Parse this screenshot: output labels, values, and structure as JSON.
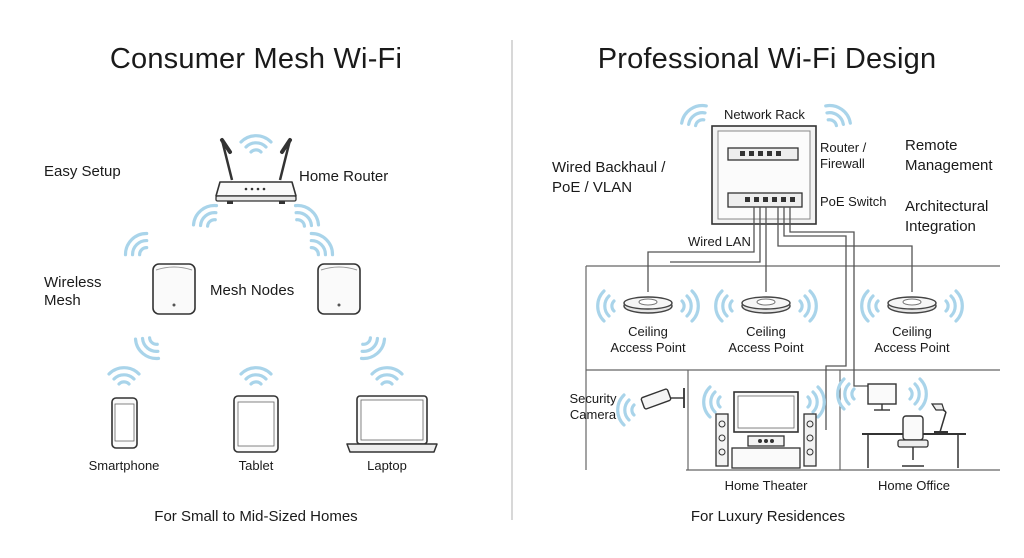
{
  "left_panel": {
    "title": "Consumer Mesh Wi-Fi",
    "easy_setup": "Easy Setup",
    "home_router": "Home Router",
    "wireless_mesh": [
      "Wireless",
      "Mesh"
    ],
    "mesh_nodes": "Mesh Nodes",
    "devices": [
      "Smartphone",
      "Tablet",
      "Laptop"
    ],
    "footer": "For Small to Mid-Sized Homes"
  },
  "right_panel": {
    "title": "Professional Wi-Fi Design",
    "network_rack": "Network Rack",
    "router_firewall": [
      "Router /",
      "Firewall"
    ],
    "poe_switch": "PoE Switch",
    "wired_backhaul": [
      "Wired Backhaul /",
      "PoE / VLAN"
    ],
    "remote_management": [
      "Remote",
      "Management"
    ],
    "architectural_integration": [
      "Architectural",
      "Integration"
    ],
    "wired_lan": "Wired LAN",
    "access_points": [
      [
        "Ceiling",
        "Access Point"
      ],
      [
        "Ceiling",
        "Access Point"
      ],
      [
        "Ceiling",
        "Access Point"
      ]
    ],
    "security_camera": [
      "Security",
      "Camera"
    ],
    "home_theater": "Home Theater",
    "home_office": "Home Office",
    "footer": "For Luxury Residences"
  },
  "colors": {
    "wifi_wave": "#a9d4ea",
    "line": "#555555",
    "text": "#1a1a1a"
  }
}
